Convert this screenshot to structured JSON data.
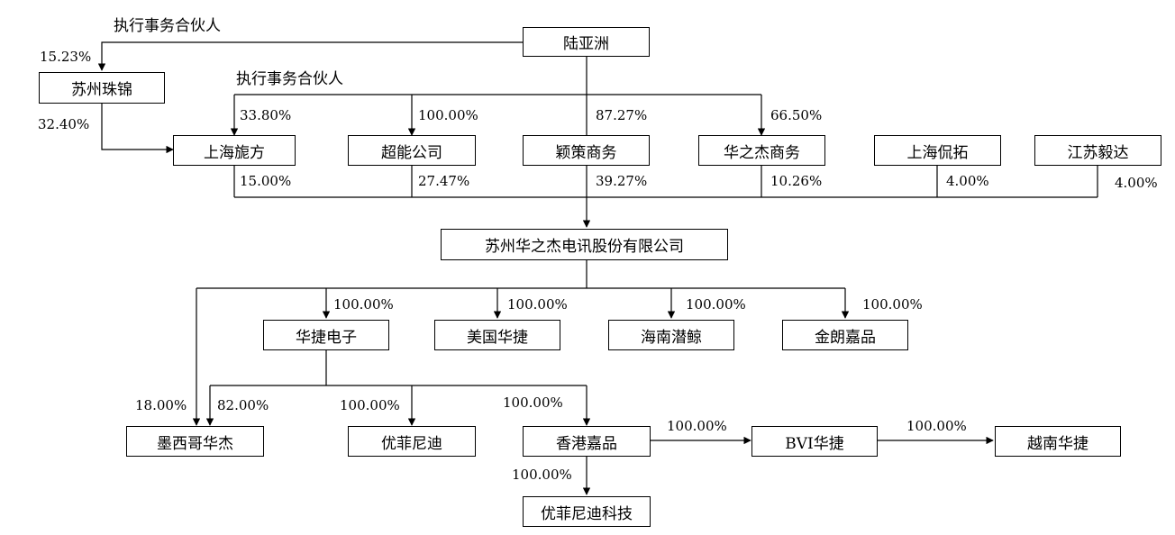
{
  "entities": {
    "luyazhou": "陆亚洲",
    "suzhou_zhujin": "苏州珠锦",
    "shanghai_yufang": "上海旎方",
    "chaoneng": "超能公司",
    "yingce": "颖策商务",
    "huazhijie_shangwu": "华之杰商务",
    "shanghai_kantuo": "上海侃拓",
    "jiangsu_yida": "江苏毅达",
    "company": "苏州华之杰电讯股份有限公司",
    "huajie_dianzi": "华捷电子",
    "meiguo_huajie": "美国华捷",
    "hainan_qianjing": "海南潜鲸",
    "jinlang_jiapin": "金朗嘉品",
    "moxige_huajie": "墨西哥华杰",
    "youfeinidi": "优菲尼迪",
    "xianggang_jiapin": "香港嘉品",
    "bvi_huajie": "BVI华捷",
    "yuenan_huajie": "越南华捷",
    "youfeinidi_keji": "优菲尼迪科技"
  },
  "labels": {
    "gp_top": "执行事务合伙人",
    "gp_mid": "执行事务合伙人",
    "lu_to_zhujin": "15.23%",
    "zhujin_to_yufang": "32.40%",
    "lu_to_yufang": "33.80%",
    "lu_to_chaoneng": "100.00%",
    "lu_to_yingce": "87.27%",
    "lu_to_huazhijie": "66.50%",
    "yufang_to_co": "15.00%",
    "chaoneng_to_co": "27.47%",
    "yingce_to_co": "39.27%",
    "huazhijie_to_co": "10.26%",
    "kantuo_to_co": "4.00%",
    "yida_to_co": "4.00%",
    "co_to_huajie": "100.00%",
    "co_to_meiguo": "100.00%",
    "co_to_hainan": "100.00%",
    "co_to_jinlang": "100.00%",
    "co_to_moxige": "18.00%",
    "huajie_to_moxige": "82.00%",
    "huajie_to_youfeinidi": "100.00%",
    "huajie_to_xianggang": "100.00%",
    "xianggang_to_bvi": "100.00%",
    "bvi_to_yuenan": "100.00%",
    "xianggang_to_keji": "100.00%"
  }
}
